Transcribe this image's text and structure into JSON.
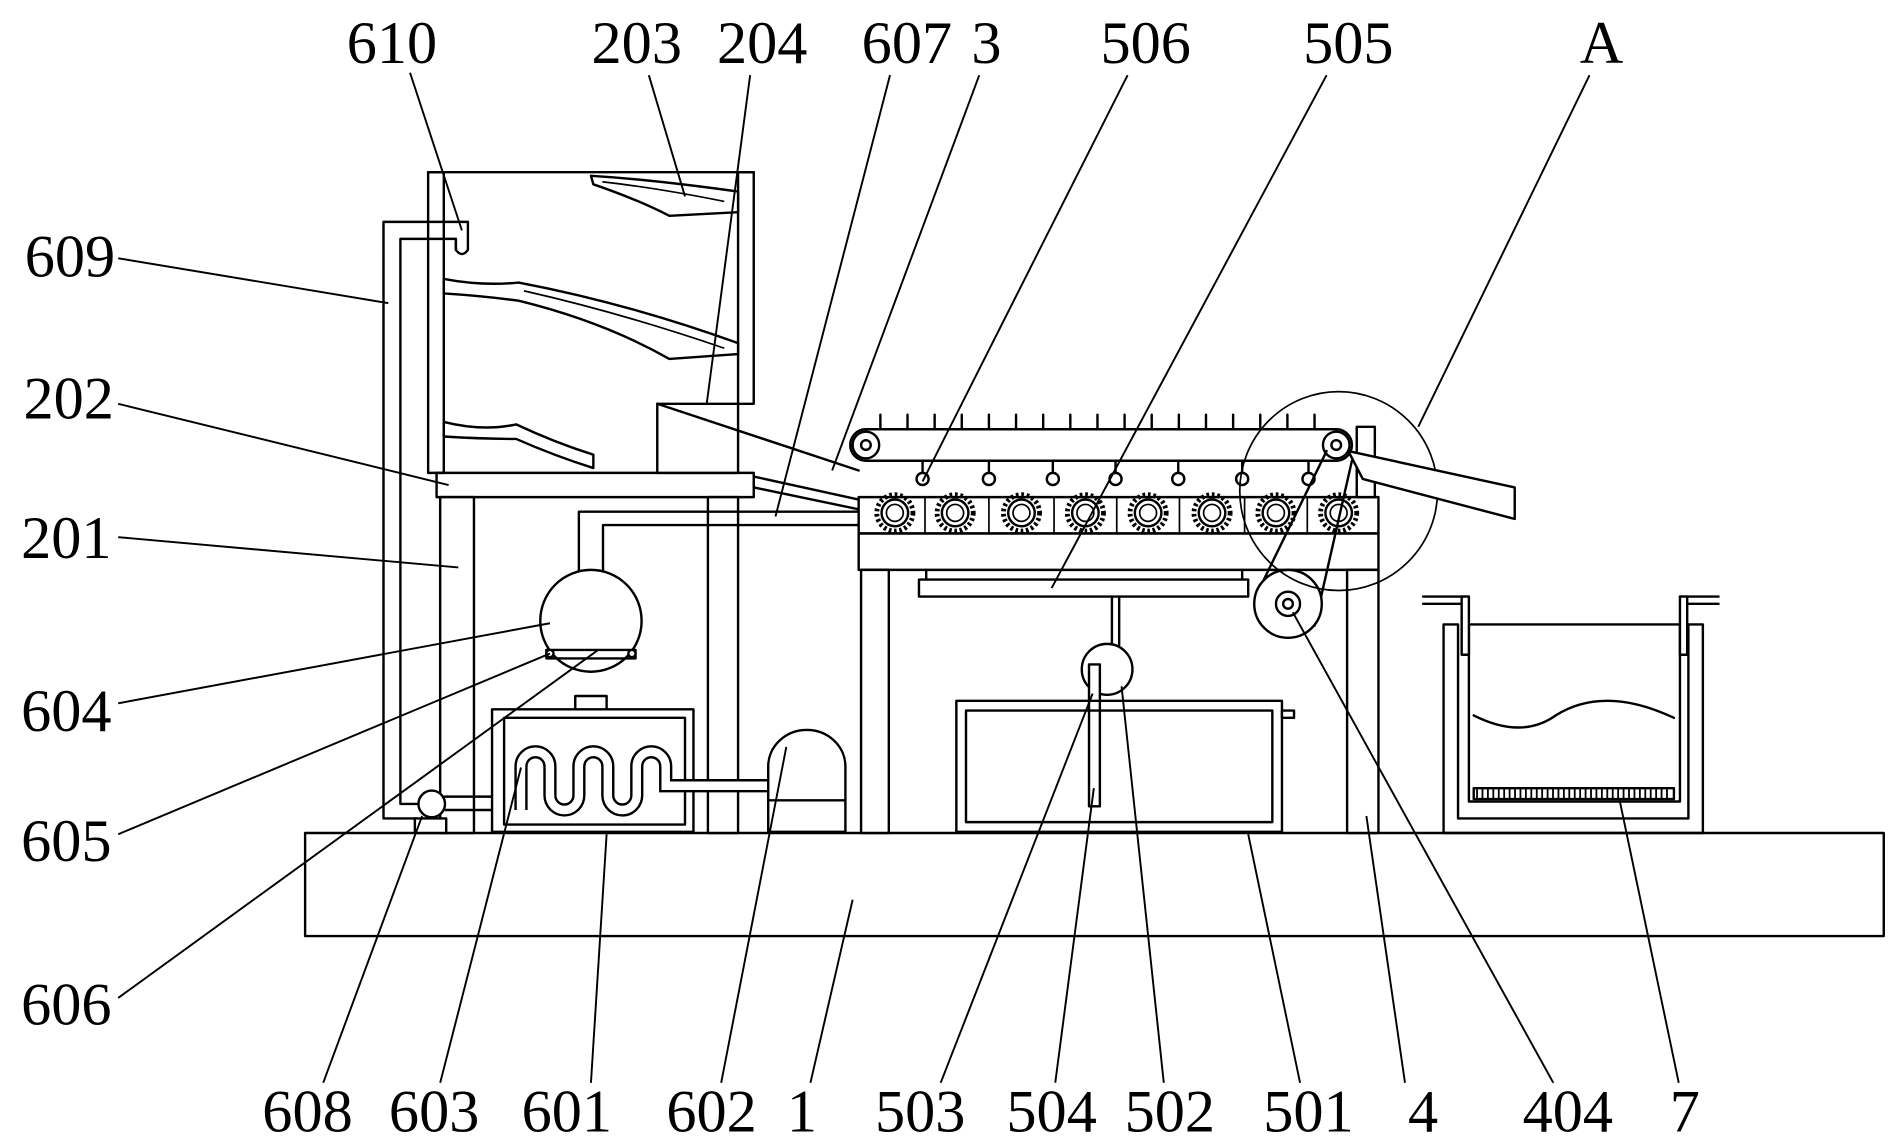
{
  "callouts": {
    "top": [
      "610",
      "203",
      "204",
      "607",
      "3",
      "506",
      "505",
      "A"
    ],
    "left": [
      "609",
      "202",
      "201",
      "604",
      "605",
      "606"
    ],
    "bottom": [
      "608",
      "603",
      "601",
      "602",
      "1",
      "503",
      "504",
      "502",
      "501",
      "4",
      "404",
      "7"
    ]
  },
  "colors": {
    "ink": "#000000",
    "paper": "#ffffff"
  }
}
